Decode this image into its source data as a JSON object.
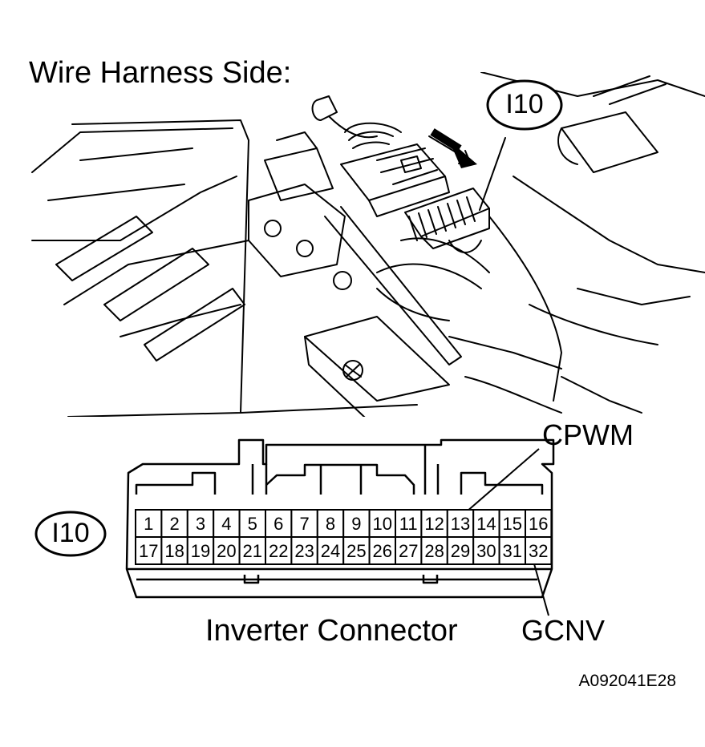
{
  "title": "Wire Harness Side:",
  "connector_code": "I10",
  "caption": "Inverter Connector",
  "figure_id": "A092041E28",
  "callouts": {
    "top": "CPWM",
    "bottom": "GCNV"
  },
  "pins": {
    "top_row": [
      "1",
      "2",
      "3",
      "4",
      "5",
      "6",
      "7",
      "8",
      "9",
      "10",
      "11",
      "12",
      "13",
      "14",
      "15",
      "16"
    ],
    "bottom_row": [
      "17",
      "18",
      "19",
      "20",
      "21",
      "22",
      "23",
      "24",
      "25",
      "26",
      "27",
      "28",
      "29",
      "30",
      "31",
      "32"
    ]
  }
}
